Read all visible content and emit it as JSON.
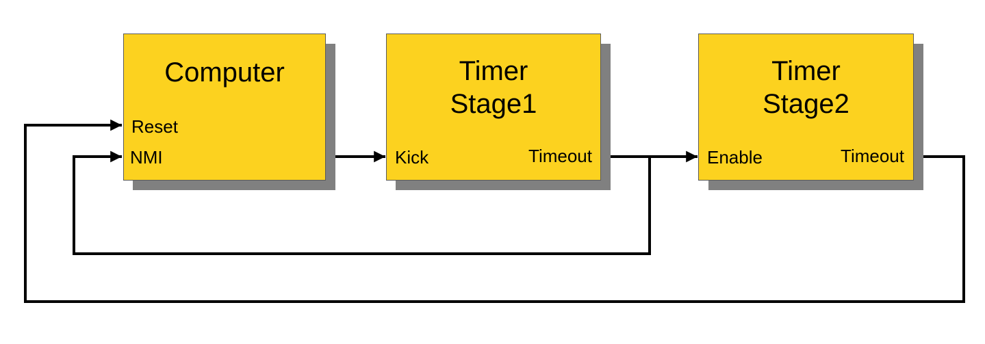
{
  "colors": {
    "block_fill": "#fcd21f",
    "shadow": "#808080",
    "wire": "#000000"
  },
  "blocks": {
    "computer": {
      "title": "Computer",
      "port_reset": "Reset",
      "port_nmi": "NMI"
    },
    "stage1": {
      "title_line1": "Timer",
      "title_line2": "Stage1",
      "port_kick": "Kick",
      "port_timeout": "Timeout"
    },
    "stage2": {
      "title_line1": "Timer",
      "title_line2": "Stage2",
      "port_enable": "Enable",
      "port_timeout": "Timeout"
    }
  },
  "connections": [
    {
      "from": "Computer",
      "to": "Timer Stage1 Kick"
    },
    {
      "from": "Timer Stage1 Timeout",
      "to": "Timer Stage2 Enable"
    },
    {
      "from": "Timer Stage1 Timeout",
      "to": "Computer NMI"
    },
    {
      "from": "Timer Stage2 Timeout",
      "to": "Computer Reset"
    }
  ]
}
